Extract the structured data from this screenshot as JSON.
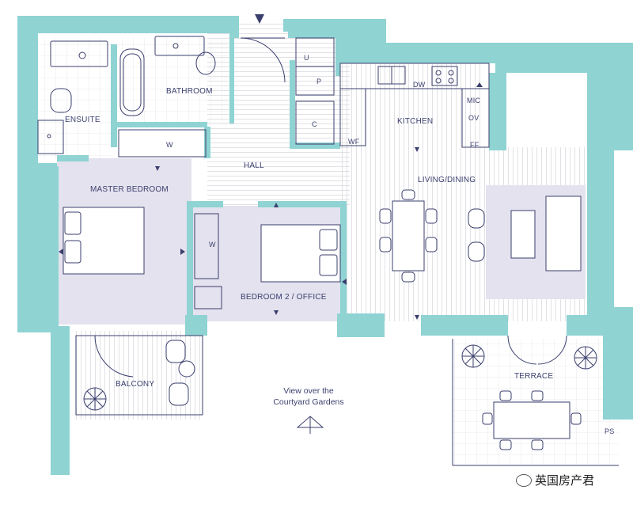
{
  "rooms": {
    "ensuite": "ENSUITE",
    "bathroom": "BATHROOM",
    "hall": "HALL",
    "kitchen": "KITCHEN",
    "master_bedroom": "MASTER BEDROOM",
    "bedroom2": "BEDROOM 2 / OFFICE",
    "living_dining": "LIVING/DINING",
    "balcony": "BALCONY",
    "terrace": "TERRACE"
  },
  "fixtures": {
    "u": "U",
    "p": "P",
    "c": "C",
    "dw": "DW",
    "mic": "MIC",
    "ov": "OV",
    "ff": "FF",
    "wf": "WF",
    "w_master": "W",
    "w_bed2": "W",
    "ps": "PS"
  },
  "caption": {
    "line1": "View over the",
    "line2": "Courtyard Gardens"
  },
  "watermark": "英国房产君",
  "colors": {
    "wall": "#8fd3d3",
    "line": "#3b3f6e",
    "carpet": "#e4e2ee",
    "floor_line": "#d6d6dc"
  }
}
